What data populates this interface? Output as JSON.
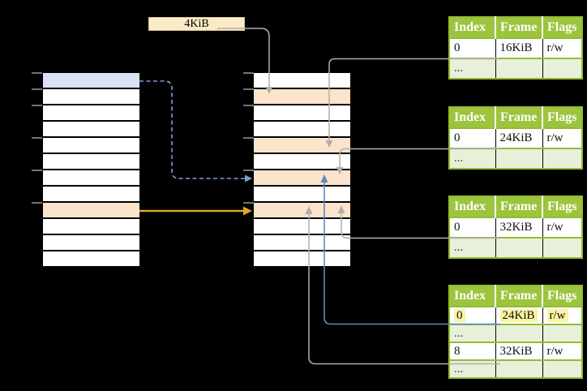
{
  "page_size_label": {
    "text": "4KiB"
  },
  "colors": {
    "green_header": "#9CC43D",
    "green_border": "#93BC34",
    "green_row": "#E9F0DA",
    "row_blue": "#D9E2F3",
    "row_orange": "#FCE3CB",
    "box_tan": "#FAEBC6",
    "box_tan_border": "#DCC891",
    "hl_yellow": "#FAF3A0",
    "connector_gray": "#AFAFAF",
    "tick_gray": "#8F8F8F",
    "arrow_blue": "#5E88C2",
    "dashed_blue": "#7D9DD4",
    "arrow_orange": "#E0A22E"
  },
  "left_memory_column": {
    "row_fills": [
      "blue",
      "plain",
      "plain",
      "plain",
      "plain",
      "plain",
      "plain",
      "plain",
      "orange",
      "plain",
      "plain",
      "plain"
    ]
  },
  "middle_memory_column": {
    "row_fills": [
      "plain",
      "orange",
      "plain",
      "plain",
      "orange",
      "plain",
      "orange",
      "plain",
      "orange",
      "plain",
      "plain",
      "plain"
    ]
  },
  "page_tables": {
    "headers": [
      "Index",
      "Frame",
      "Flags"
    ],
    "tables": [
      {
        "rows": [
          {
            "cells": [
              "0",
              "16KiB",
              "r/w"
            ]
          },
          {
            "cells": [
              "...",
              "",
              ""
            ]
          }
        ]
      },
      {
        "rows": [
          {
            "cells": [
              "0",
              "24KiB",
              "r/w"
            ]
          },
          {
            "cells": [
              "...",
              "",
              ""
            ]
          }
        ]
      },
      {
        "rows": [
          {
            "cells": [
              "0",
              "32KiB",
              "r/w"
            ]
          },
          {
            "cells": [
              "...",
              "",
              ""
            ]
          }
        ]
      },
      {
        "rows": [
          {
            "cells": [
              "0",
              "24KiB",
              "r/w"
            ]
          },
          {
            "cells": [
              "...",
              "",
              ""
            ]
          },
          {
            "cells": [
              "8",
              "32KiB",
              "r/w"
            ]
          },
          {
            "cells": [
              "...",
              "",
              ""
            ]
          }
        ]
      }
    ]
  }
}
